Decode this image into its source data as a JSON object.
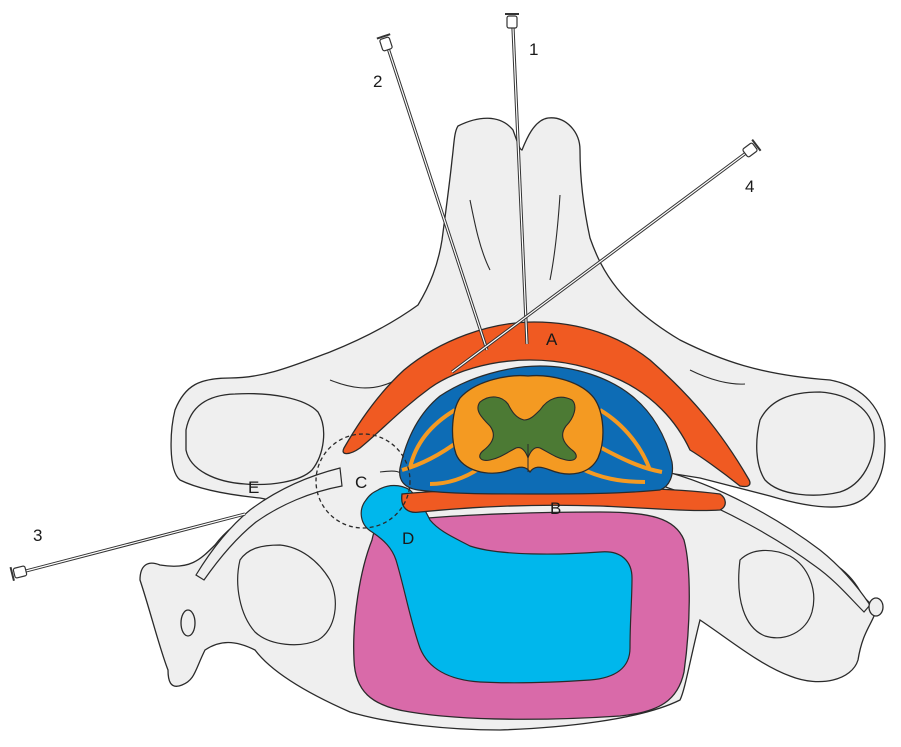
{
  "labels": {
    "A": "A",
    "B": "B",
    "C": "C",
    "D": "D",
    "E": "E",
    "n1": "1",
    "n2": "2",
    "n3": "3",
    "n4": "4"
  },
  "colors": {
    "bone": "#efefef",
    "outline": "#2a2a2a",
    "epidural_fat": "#f05a22",
    "csf": "#0d6cb5",
    "white_matter": "#f49a22",
    "gray_matter": "#4c7a34",
    "disc_annulus": "#d96aa9",
    "disc_nucleus": "#00b7ec",
    "needle": "#333333"
  }
}
